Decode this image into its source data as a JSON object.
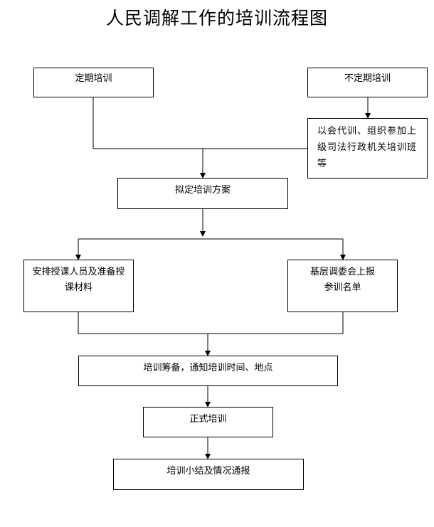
{
  "title": "人民调解工作的培训流程图",
  "nodes": {
    "regular": "定期培训",
    "irregular": "不定期培训",
    "irregular_detail": "以会代训、组织参加上级司法行政机关培训班等",
    "plan": "拟定培训方案",
    "arrange": "安排授课人员及准备授课材料",
    "report": "基层调委会上报参训名单",
    "prepare": "培训筹备，通知培训时间、地点",
    "formal": "正式培训",
    "summary": "培训小结及情况通报"
  }
}
